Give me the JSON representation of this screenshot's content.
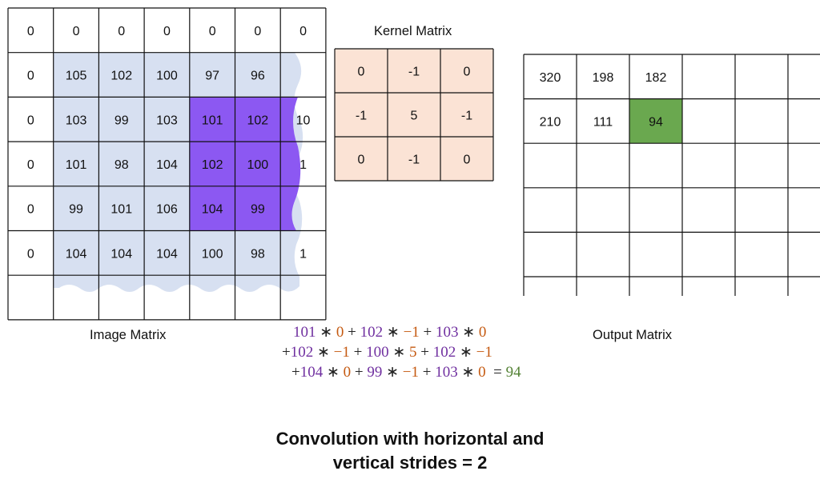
{
  "image_matrix": {
    "label": "Image Matrix",
    "rows": [
      [
        "0",
        "0",
        "0",
        "0",
        "0",
        "0",
        "0"
      ],
      [
        "0",
        "105",
        "102",
        "100",
        "97",
        "96",
        ""
      ],
      [
        "0",
        "103",
        "99",
        "103",
        "101",
        "102",
        "10"
      ],
      [
        "0",
        "101",
        "98",
        "104",
        "102",
        "100",
        "1"
      ],
      [
        "0",
        "99",
        "101",
        "106",
        "104",
        "99",
        ""
      ],
      [
        "0",
        "104",
        "104",
        "104",
        "100",
        "98",
        "1"
      ],
      [
        "",
        "",
        "",
        "",
        "",
        "",
        ""
      ]
    ],
    "highlight_rows": [
      2,
      4
    ],
    "highlight_cols": [
      4,
      6
    ]
  },
  "kernel_matrix": {
    "label": "Kernel Matrix",
    "rows": [
      [
        "0",
        "-1",
        "0"
      ],
      [
        "-1",
        "5",
        "-1"
      ],
      [
        "0",
        "-1",
        "0"
      ]
    ]
  },
  "output_matrix": {
    "label": "Output Matrix",
    "rows": [
      [
        "320",
        "198",
        "182",
        "",
        "",
        ""
      ],
      [
        "210",
        "111",
        "94",
        "",
        "",
        ""
      ],
      [
        "",
        "",
        "",
        "",
        "",
        ""
      ],
      [
        "",
        "",
        "",
        "",
        "",
        ""
      ],
      [
        "",
        "",
        "",
        "",
        "",
        ""
      ]
    ],
    "highlight_cell": [
      1,
      2
    ]
  },
  "equation": {
    "lines": [
      [
        {
          "t": "101",
          "c": "p"
        },
        {
          "t": " ∗ ",
          "c": "k"
        },
        {
          "t": "0",
          "c": "o"
        },
        {
          "t": " + ",
          "c": "k"
        },
        {
          "t": "102",
          "c": "p"
        },
        {
          "t": " ∗ ",
          "c": "k"
        },
        {
          "t": "−1",
          "c": "o"
        },
        {
          "t": " + ",
          "c": "k"
        },
        {
          "t": "103",
          "c": "p"
        },
        {
          "t": " ∗ ",
          "c": "k"
        },
        {
          "t": "0",
          "c": "o"
        }
      ],
      [
        {
          "t": "+",
          "c": "k"
        },
        {
          "t": "102",
          "c": "p"
        },
        {
          "t": " ∗ ",
          "c": "k"
        },
        {
          "t": "−1",
          "c": "o"
        },
        {
          "t": " + ",
          "c": "k"
        },
        {
          "t": "100",
          "c": "p"
        },
        {
          "t": " ∗ ",
          "c": "k"
        },
        {
          "t": "5",
          "c": "o"
        },
        {
          "t": " + ",
          "c": "k"
        },
        {
          "t": "102",
          "c": "p"
        },
        {
          "t": " ∗ ",
          "c": "k"
        },
        {
          "t": "−1",
          "c": "o"
        }
      ],
      [
        {
          "t": "+",
          "c": "k"
        },
        {
          "t": "104",
          "c": "p"
        },
        {
          "t": " ∗ ",
          "c": "k"
        },
        {
          "t": "0",
          "c": "o"
        },
        {
          "t": " + ",
          "c": "k"
        },
        {
          "t": "99",
          "c": "p"
        },
        {
          "t": " ∗ ",
          "c": "k"
        },
        {
          "t": "−1",
          "c": "o"
        },
        {
          "t": " + ",
          "c": "k"
        },
        {
          "t": "103",
          "c": "p"
        },
        {
          "t": " ∗ ",
          "c": "k"
        },
        {
          "t": "0",
          "c": "o"
        },
        {
          "t": "  = ",
          "c": "k"
        },
        {
          "t": "94",
          "c": "g"
        }
      ]
    ]
  },
  "caption": {
    "line1": "Convolution with horizontal and",
    "line2": "vertical strides = 2"
  },
  "colors": {
    "image_fill": "#d7e0f1",
    "highlight_fill": "#8c58f2",
    "kernel_fill": "#fbe3d5",
    "output_highlight": "#6aa84f",
    "grid_line": "#111111",
    "eq_purple": "#7030a0",
    "eq_orange": "#c55a11",
    "eq_green": "#548235",
    "eq_black": "#222222"
  }
}
